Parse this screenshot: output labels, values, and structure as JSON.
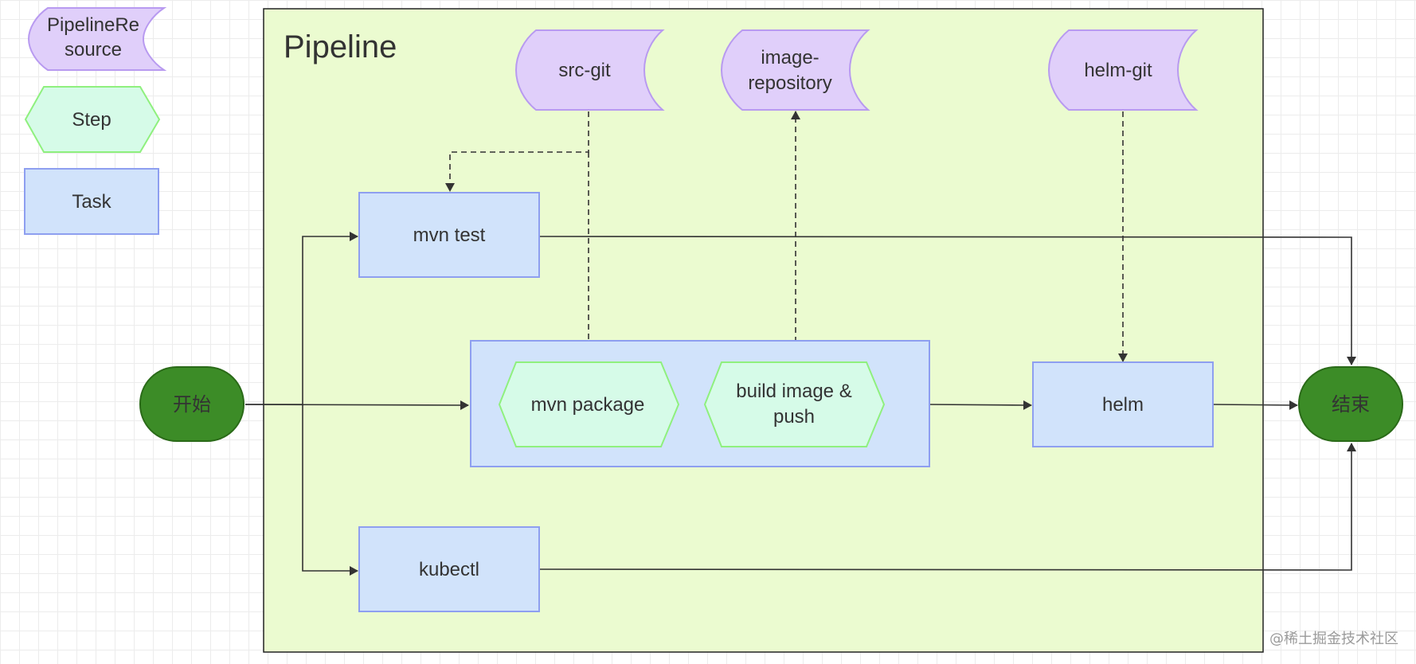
{
  "legend": {
    "resource": "PipelineRe\nsource",
    "step": "Step",
    "task": "Task"
  },
  "pipeline": {
    "title": "Pipeline"
  },
  "resources": {
    "src_git": "src-git",
    "image_repository": "image-\nrepository",
    "helm_git": "helm-git"
  },
  "tasks": {
    "mvn_test": "mvn test",
    "kubectl": "kubectl",
    "helm": "helm"
  },
  "steps": {
    "mvn_package": "mvn package",
    "build_image_push": "build image &\npush"
  },
  "terminals": {
    "start": "开始",
    "end": "结束"
  },
  "watermark": "@稀土掘金技术社区",
  "colors": {
    "pipeline_fill": "#ebfbd0",
    "task_fill": "#d1e3fb",
    "task_stroke": "#8e9ff0",
    "step_fill": "#d6fbe8",
    "step_stroke": "#8ff07e",
    "resource_fill": "#e0cffa",
    "resource_stroke": "#b89af0",
    "terminal_fill": "#3c8c27",
    "terminal_stroke": "#2a6a18"
  }
}
